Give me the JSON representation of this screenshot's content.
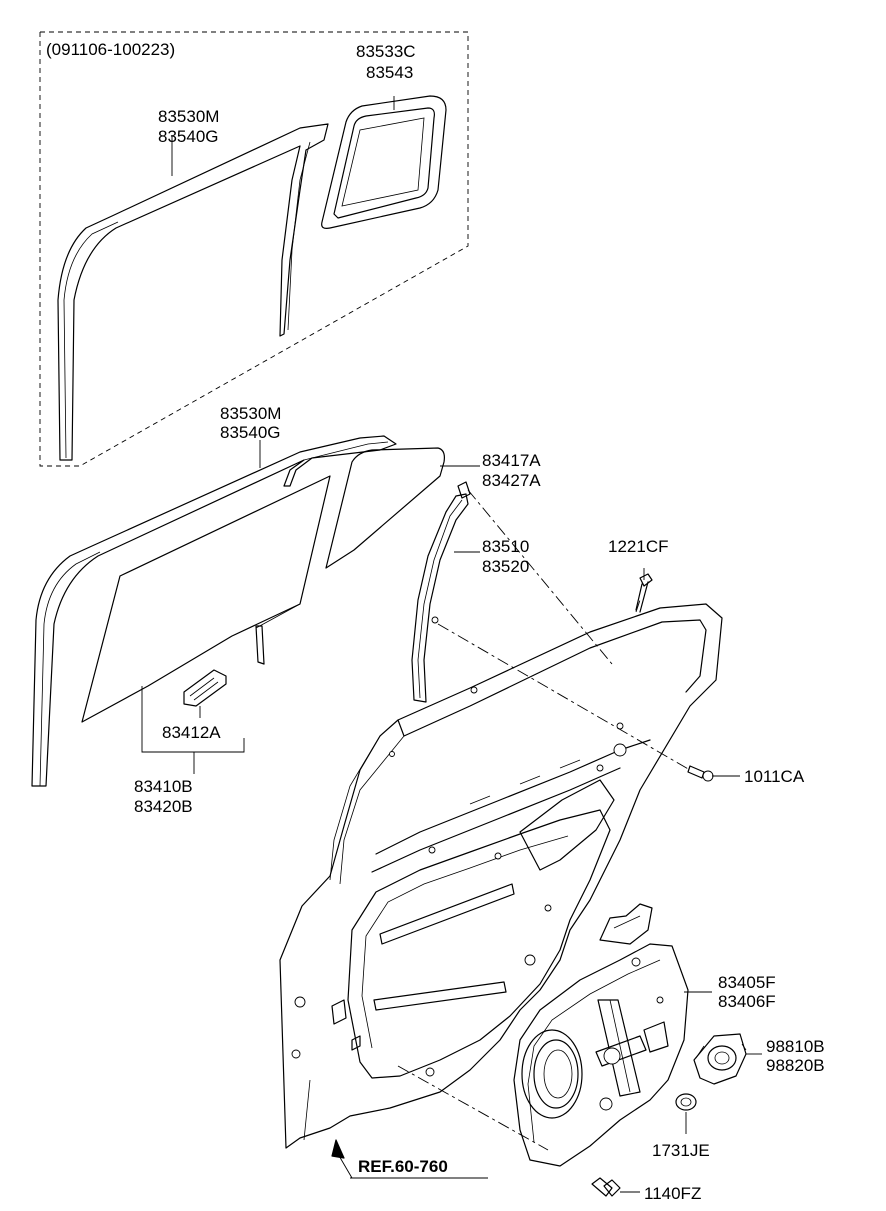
{
  "callouts": {
    "date_range": "(091106-100223)",
    "p83533C": "83533C",
    "p83543": "83543",
    "p83530M_top": "83530M",
    "p83540G_top": "83540G",
    "p83530M": "83530M",
    "p83540G": "83540G",
    "p83417A": "83417A",
    "p83427A": "83427A",
    "p83510": "83510",
    "p83520": "83520",
    "p1221CF": "1221CF",
    "p83412A": "83412A",
    "p83410B": "83410B",
    "p83420B": "83420B",
    "p1011CA": "1011CA",
    "p83405F": "83405F",
    "p83406F": "83406F",
    "p98810B": "98810B",
    "p98820B": "98820B",
    "p1731JE": "1731JE",
    "p1140FZ": "1140FZ",
    "ref": "REF.60-760"
  }
}
